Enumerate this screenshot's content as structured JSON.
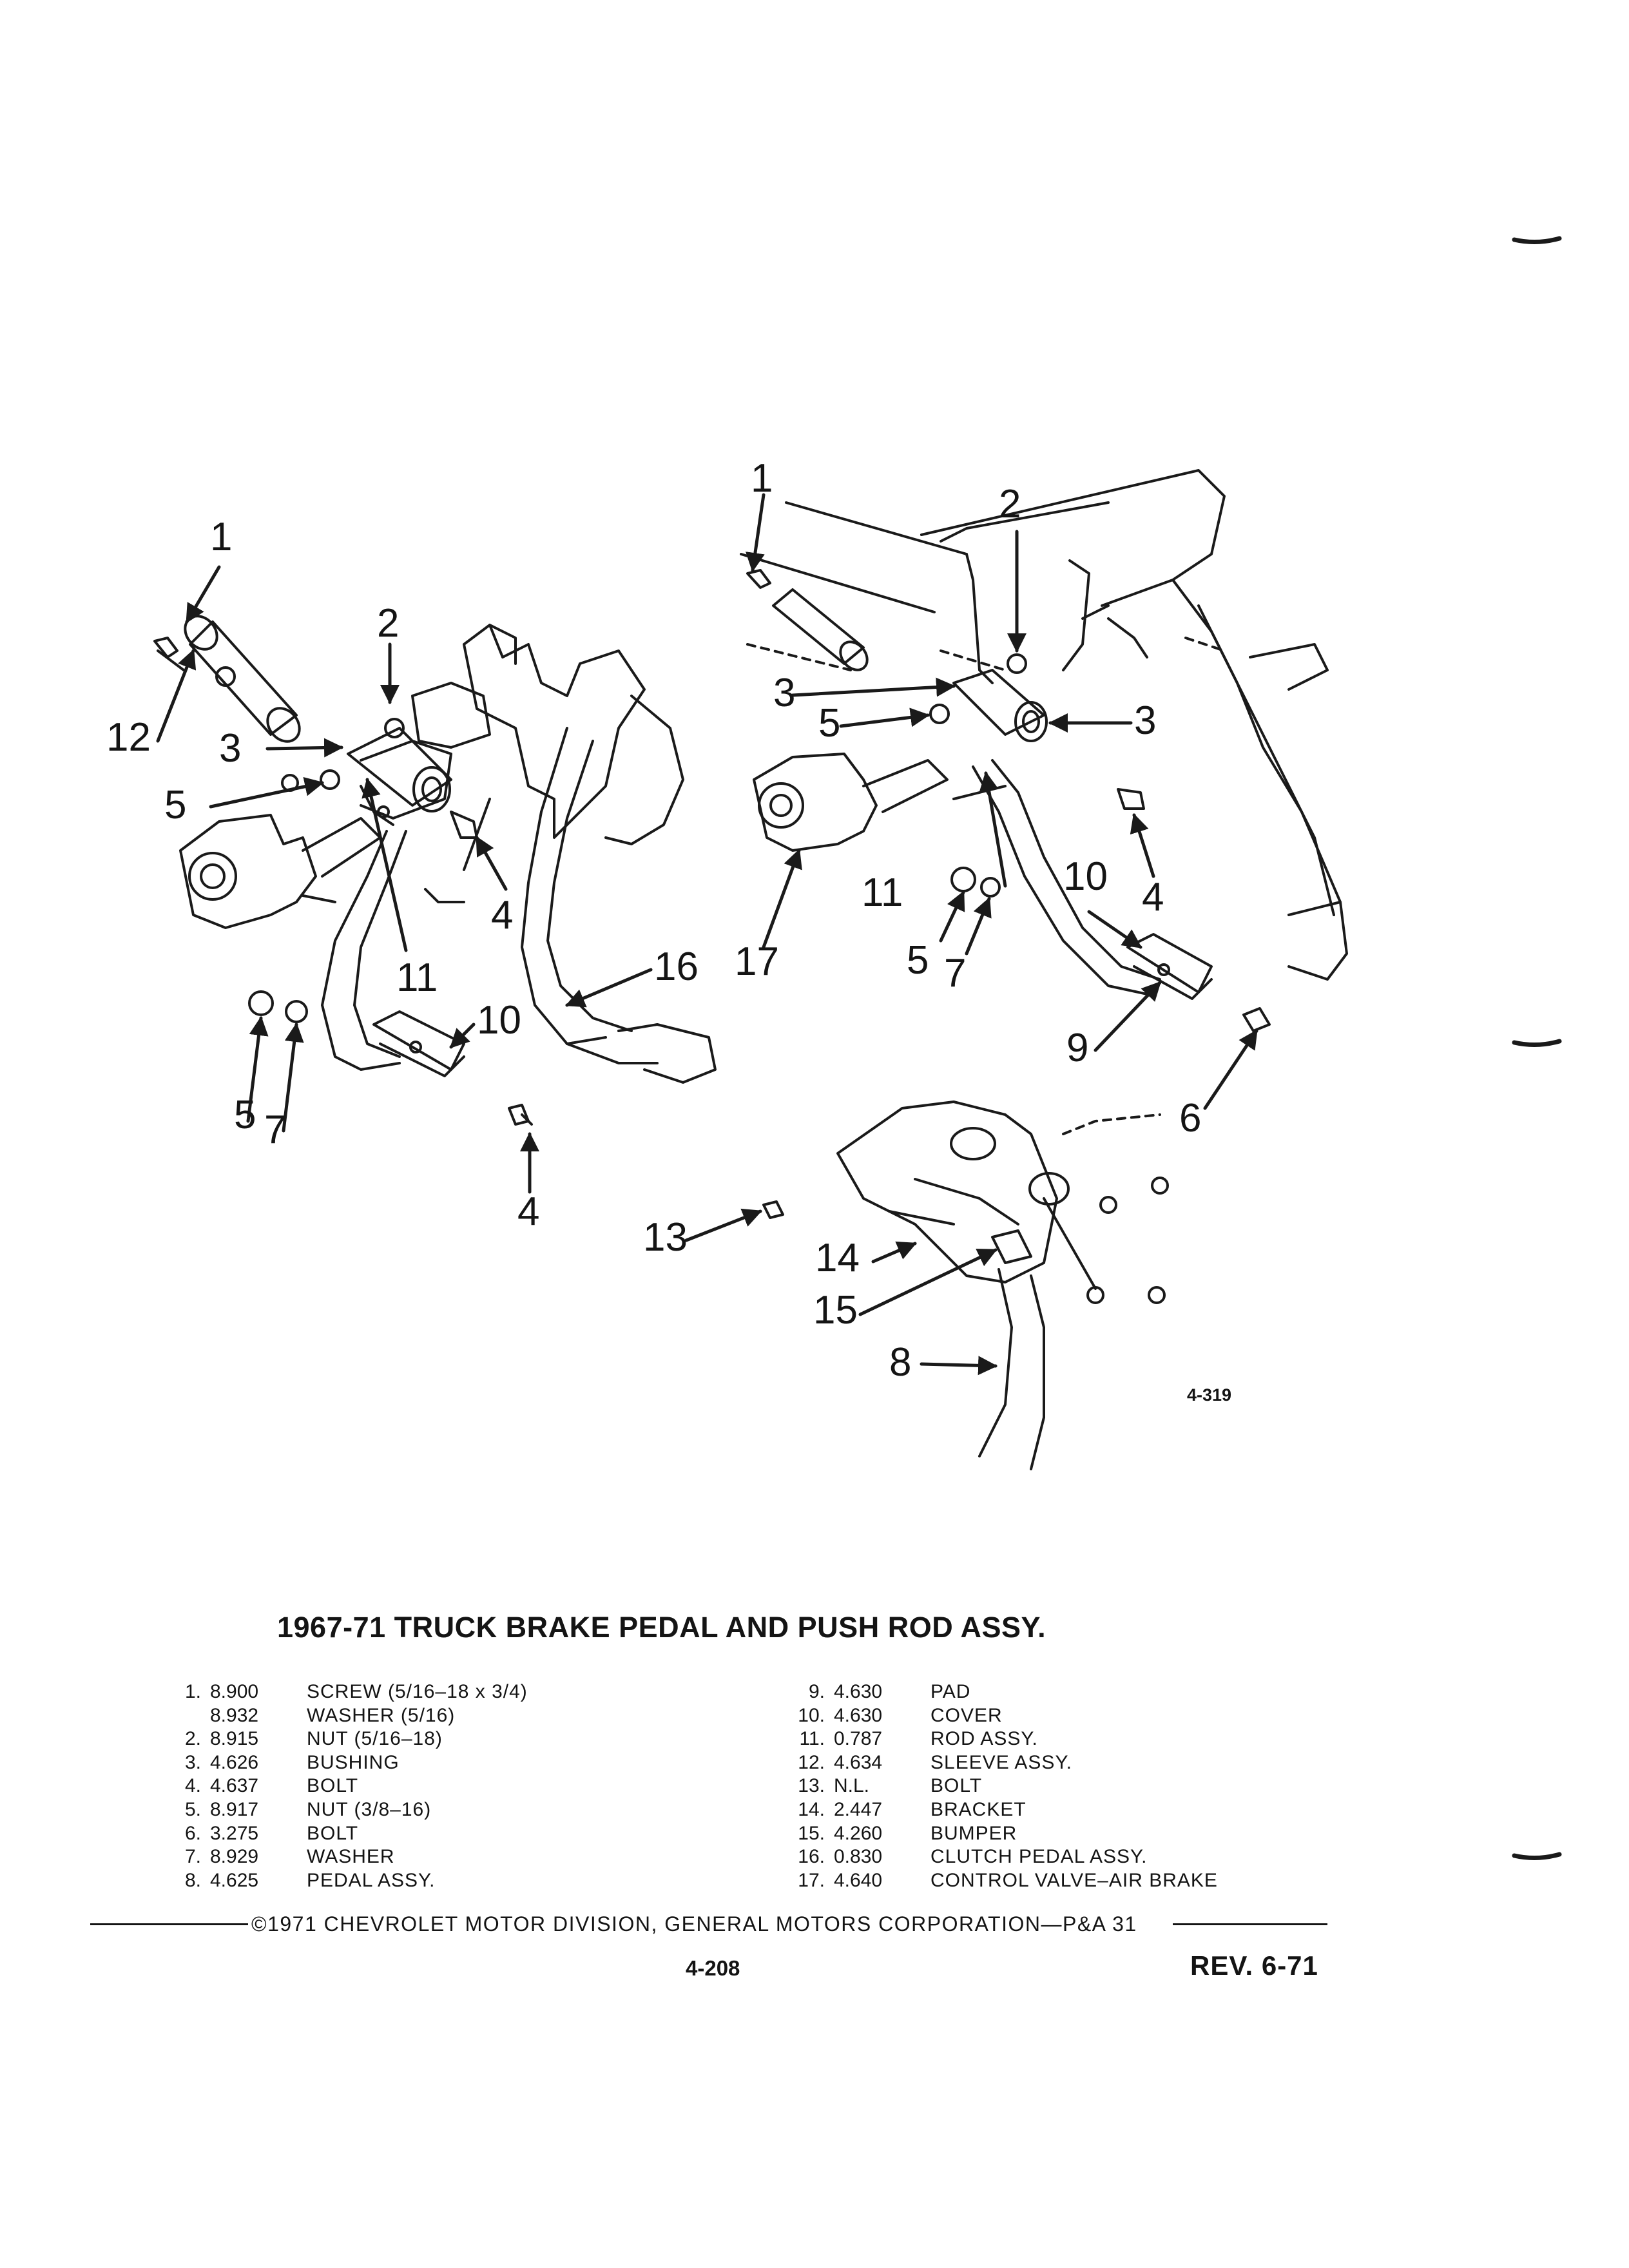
{
  "figure": {
    "figure_number": "4-319",
    "callouts": {
      "c1a": "1",
      "c2a": "2",
      "c3a": "3",
      "c12": "12",
      "c5a": "5",
      "c4a": "4",
      "c11a": "11",
      "c10a": "10",
      "c16": "16",
      "c5b": "5",
      "c7a": "7",
      "c4b": "4",
      "c1b": "1",
      "c2b": "2",
      "c3b": "3",
      "c3c": "3",
      "c5c": "5",
      "c4c": "4",
      "c10b": "10",
      "c11b": "11",
      "c17": "17",
      "c5d": "5",
      "c7b": "7",
      "c9": "9",
      "c6": "6",
      "c13": "13",
      "c14": "14",
      "c15": "15",
      "c8": "8"
    }
  },
  "title": "1967-71 TRUCK BRAKE PEDAL AND PUSH ROD ASSY.",
  "parts_left": [
    {
      "num": "1.",
      "part": "8.900",
      "desc": "SCREW (5/16–18 x 3/4)"
    },
    {
      "num": "",
      "part": "8.932",
      "desc": "WASHER (5/16)"
    },
    {
      "num": "2.",
      "part": "8.915",
      "desc": "NUT (5/16–18)"
    },
    {
      "num": "3.",
      "part": "4.626",
      "desc": "BUSHING"
    },
    {
      "num": "4.",
      "part": "4.637",
      "desc": "BOLT"
    },
    {
      "num": "5.",
      "part": "8.917",
      "desc": "NUT (3/8–16)"
    },
    {
      "num": "6.",
      "part": "3.275",
      "desc": "BOLT"
    },
    {
      "num": "7.",
      "part": "8.929",
      "desc": "WASHER"
    },
    {
      "num": "8.",
      "part": "4.625",
      "desc": "PEDAL ASSY."
    }
  ],
  "parts_right": [
    {
      "num": "9.",
      "part": "4.630",
      "desc": "PAD"
    },
    {
      "num": "10.",
      "part": "4.630",
      "desc": "COVER"
    },
    {
      "num": "11.",
      "part": "0.787",
      "desc": "ROD ASSY."
    },
    {
      "num": "12.",
      "part": "4.634",
      "desc": "SLEEVE ASSY."
    },
    {
      "num": "13.",
      "part": "N.L.",
      "desc": "BOLT"
    },
    {
      "num": "14.",
      "part": "2.447",
      "desc": "BRACKET"
    },
    {
      "num": "15.",
      "part": "4.260",
      "desc": "BUMPER"
    },
    {
      "num": "16.",
      "part": "0.830",
      "desc": "CLUTCH PEDAL ASSY."
    },
    {
      "num": "17.",
      "part": "4.640",
      "desc": "CONTROL VALVE–AIR BRAKE"
    }
  ],
  "copyright": "©1971 CHEVROLET MOTOR DIVISION, GENERAL MOTORS CORPORATION—P&A 31",
  "page_number": "4-208",
  "revision": "REV. 6-71"
}
